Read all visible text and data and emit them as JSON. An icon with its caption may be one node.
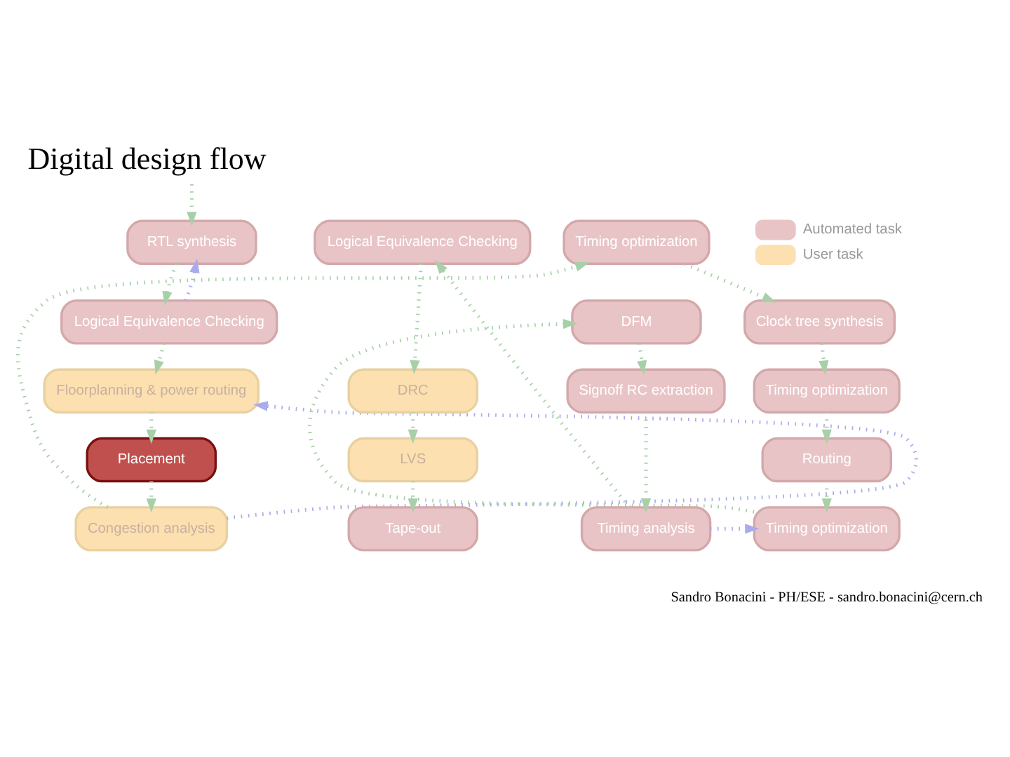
{
  "diagram": {
    "title": "Digital design flow",
    "nodes": [
      {
        "text": [
          "RTL synthesis"
        ]
      },
      {
        "text": [
          "Logical Equivalence Checking"
        ]
      },
      {
        "text": [
          "Floorplanning & power routing"
        ]
      },
      {
        "text": [
          "Placement"
        ]
      },
      {
        "text": [
          "Congestion analysis"
        ]
      },
      {
        "text": [
          "Timing optimization"
        ]
      },
      {
        "text": [
          "Clock tree synthesis"
        ]
      },
      {
        "text": [
          "Timing optimization"
        ]
      },
      {
        "text": [
          "Routing"
        ]
      },
      {
        "text": [
          "Timing optimization"
        ]
      },
      {
        "text": [
          "DFM"
        ]
      },
      {
        "text": [
          "Signoff RC extraction"
        ]
      },
      {
        "text": [
          "Timing analysis"
        ]
      },
      {
        "text": [
          "Logical Equivalence Checking"
        ]
      },
      {
        "text": [
          "DRC"
        ]
      },
      {
        "text": [
          "LVS"
        ]
      },
      {
        "text": [
          "Tape-out"
        ]
      }
    ],
    "edges": [
      {
        "from": null,
        "to": 0,
        "arrow": "to"
      },
      {
        "from": 0,
        "to": 1,
        "arrow": "to"
      },
      {
        "from": 1,
        "to": 0,
        "arrow": "to",
        "color": "#aaaaee"
      },
      {
        "from": 1,
        "to": 2,
        "arrow": "to"
      },
      {
        "from": 2,
        "to": 3,
        "arrow": "to"
      },
      {
        "from": 3,
        "to": 4,
        "arrow": "to"
      },
      {
        "from": 4,
        "to": 2,
        "arrow": "to",
        "color": "#aaaaee"
      },
      {
        "from": 4,
        "to": 5,
        "arrow": "to"
      },
      {
        "from": 5,
        "to": 6,
        "arrow": "to"
      },
      {
        "from": 6,
        "to": 7,
        "arrow": "to"
      },
      {
        "from": 7,
        "to": 8,
        "arrow": "to"
      },
      {
        "from": 8,
        "to": 9,
        "arrow": "to"
      },
      {
        "from": 9,
        "to": 10,
        "arrow": "to"
      },
      {
        "from": 10,
        "to": 11,
        "arrow": "to"
      },
      {
        "from": 11,
        "to": 12,
        "arrow": "to"
      },
      {
        "from": 12,
        "to": 9,
        "arrow": "to",
        "color": "#aaaaee"
      },
      {
        "from": 12,
        "to": 13,
        "arrow": "to"
      },
      {
        "from": 13,
        "to": 14,
        "arrow": "to"
      },
      {
        "from": 14,
        "to": 15,
        "arrow": "to"
      },
      {
        "from": 15,
        "to": 16,
        "arrow": "to"
      }
    ],
    "labels": [
      "Sandro Bonacini - PH/ESE - sandro.bonacini@cern.ch"
    ],
    "legend": [
      {
        "text": "Automated task",
        "color": "#e8c4c6"
      },
      {
        "text": "User task",
        "color": "#fde0b0"
      }
    ]
  }
}
